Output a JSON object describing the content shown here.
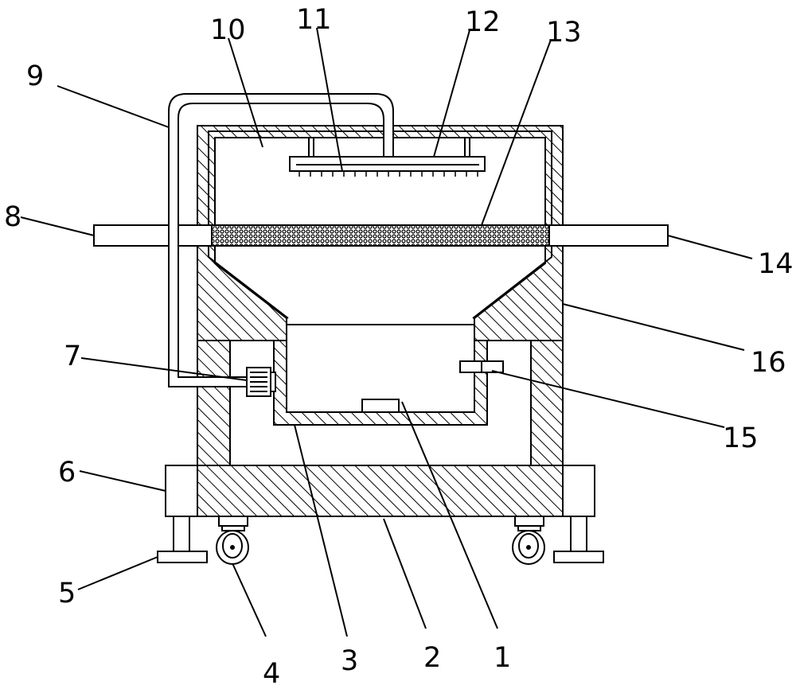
{
  "figure": {
    "labels": [
      "1",
      "2",
      "3",
      "4",
      "5",
      "6",
      "7",
      "8",
      "9",
      "10",
      "11",
      "12",
      "13",
      "14",
      "15",
      "16"
    ]
  }
}
